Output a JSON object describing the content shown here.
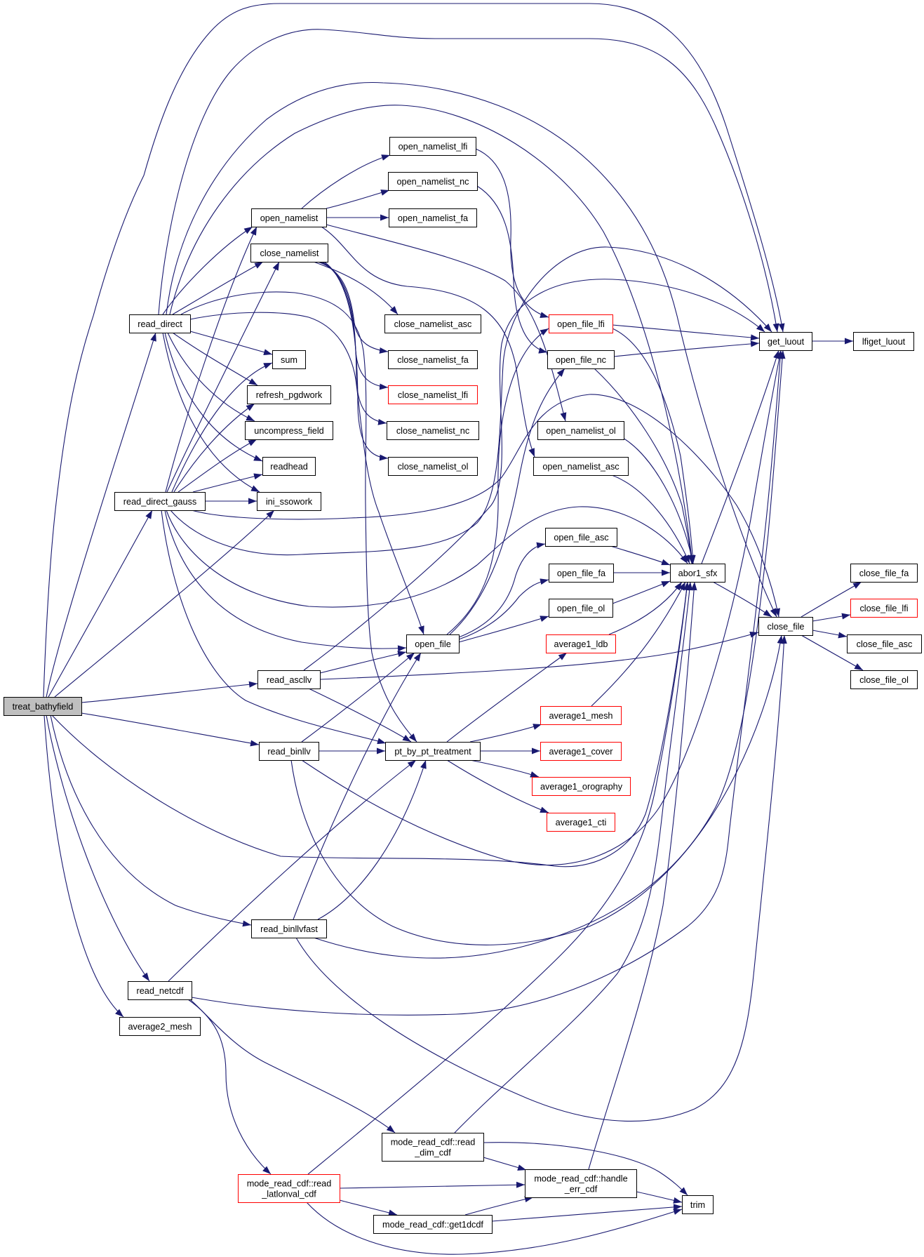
{
  "graph": {
    "nodes": [
      {
        "id": "treat_bathyfield",
        "label": "treat_bathyfield",
        "label_lines": [
          "treat_bathyfield"
        ],
        "status": "root"
      },
      {
        "id": "read_direct",
        "label": "read_direct",
        "label_lines": [
          "read_direct"
        ],
        "status": "normal"
      },
      {
        "id": "read_direct_gauss",
        "label": "read_direct_gauss",
        "label_lines": [
          "read_direct_gauss"
        ],
        "status": "normal"
      },
      {
        "id": "read_ascllv",
        "label": "read_ascllv",
        "label_lines": [
          "read_ascllv"
        ],
        "status": "normal"
      },
      {
        "id": "read_binllv",
        "label": "read_binllv",
        "label_lines": [
          "read_binllv"
        ],
        "status": "normal"
      },
      {
        "id": "read_binllvfast",
        "label": "read_binllvfast",
        "label_lines": [
          "read_binllvfast"
        ],
        "status": "normal"
      },
      {
        "id": "read_netcdf",
        "label": "read_netcdf",
        "label_lines": [
          "read_netcdf"
        ],
        "status": "normal"
      },
      {
        "id": "average2_mesh",
        "label": "average2_mesh",
        "label_lines": [
          "average2_mesh"
        ],
        "status": "normal"
      },
      {
        "id": "open_namelist",
        "label": "open_namelist",
        "label_lines": [
          "open_namelist"
        ],
        "status": "normal"
      },
      {
        "id": "close_namelist",
        "label": "close_namelist",
        "label_lines": [
          "close_namelist"
        ],
        "status": "normal"
      },
      {
        "id": "sum",
        "label": "sum",
        "label_lines": [
          "sum"
        ],
        "status": "normal"
      },
      {
        "id": "refresh_pgdwork",
        "label": "refresh_pgdwork",
        "label_lines": [
          "refresh_pgdwork"
        ],
        "status": "normal"
      },
      {
        "id": "uncompress_field",
        "label": "uncompress_field",
        "label_lines": [
          "uncompress_field"
        ],
        "status": "normal"
      },
      {
        "id": "readhead",
        "label": "readhead",
        "label_lines": [
          "readhead"
        ],
        "status": "normal"
      },
      {
        "id": "ini_ssowork",
        "label": "ini_ssowork",
        "label_lines": [
          "ini_ssowork"
        ],
        "status": "normal"
      },
      {
        "id": "open_namelist_lfi",
        "label": "open_namelist_lfi",
        "label_lines": [
          "open_namelist_lfi"
        ],
        "status": "normal"
      },
      {
        "id": "open_namelist_nc",
        "label": "open_namelist_nc",
        "label_lines": [
          "open_namelist_nc"
        ],
        "status": "normal"
      },
      {
        "id": "open_namelist_fa",
        "label": "open_namelist_fa",
        "label_lines": [
          "open_namelist_fa"
        ],
        "status": "normal"
      },
      {
        "id": "close_namelist_asc",
        "label": "close_namelist_asc",
        "label_lines": [
          "close_namelist_asc"
        ],
        "status": "normal"
      },
      {
        "id": "close_namelist_fa",
        "label": "close_namelist_fa",
        "label_lines": [
          "close_namelist_fa"
        ],
        "status": "normal"
      },
      {
        "id": "close_namelist_lfi",
        "label": "close_namelist_lfi",
        "label_lines": [
          "close_namelist_lfi"
        ],
        "status": "truncated"
      },
      {
        "id": "close_namelist_nc",
        "label": "close_namelist_nc",
        "label_lines": [
          "close_namelist_nc"
        ],
        "status": "normal"
      },
      {
        "id": "close_namelist_ol",
        "label": "close_namelist_ol",
        "label_lines": [
          "close_namelist_ol"
        ],
        "status": "normal"
      },
      {
        "id": "open_file",
        "label": "open_file",
        "label_lines": [
          "open_file"
        ],
        "status": "normal"
      },
      {
        "id": "pt_by_pt_treatment",
        "label": "pt_by_pt_treatment",
        "label_lines": [
          "pt_by_pt_treatment"
        ],
        "status": "normal"
      },
      {
        "id": "mode_read_cdf::read_dim_cdf",
        "label": "mode_read_cdf::read_dim_cdf",
        "label_lines": [
          "mode_read_cdf::read",
          "_dim_cdf"
        ],
        "status": "normal"
      },
      {
        "id": "mode_read_cdf::read_latlonval_cdf",
        "label": "mode_read_cdf::read_latlonval_cdf",
        "label_lines": [
          "mode_read_cdf::read",
          "_latlonval_cdf"
        ],
        "status": "truncated"
      },
      {
        "id": "mode_read_cdf::get1dcdf",
        "label": "mode_read_cdf::get1dcdf",
        "label_lines": [
          "mode_read_cdf::get1dcdf"
        ],
        "status": "normal"
      },
      {
        "id": "open_file_lfi",
        "label": "open_file_lfi",
        "label_lines": [
          "open_file_lfi"
        ],
        "status": "truncated"
      },
      {
        "id": "open_file_nc",
        "label": "open_file_nc",
        "label_lines": [
          "open_file_nc"
        ],
        "status": "normal"
      },
      {
        "id": "open_namelist_ol",
        "label": "open_namelist_ol",
        "label_lines": [
          "open_namelist_ol"
        ],
        "status": "normal"
      },
      {
        "id": "open_namelist_asc",
        "label": "open_namelist_asc",
        "label_lines": [
          "open_namelist_asc"
        ],
        "status": "normal"
      },
      {
        "id": "open_file_asc",
        "label": "open_file_asc",
        "label_lines": [
          "open_file_asc"
        ],
        "status": "normal"
      },
      {
        "id": "open_file_fa",
        "label": "open_file_fa",
        "label_lines": [
          "open_file_fa"
        ],
        "status": "normal"
      },
      {
        "id": "open_file_ol",
        "label": "open_file_ol",
        "label_lines": [
          "open_file_ol"
        ],
        "status": "normal"
      },
      {
        "id": "average1_ldb",
        "label": "average1_ldb",
        "label_lines": [
          "average1_ldb"
        ],
        "status": "truncated"
      },
      {
        "id": "average1_mesh",
        "label": "average1_mesh",
        "label_lines": [
          "average1_mesh"
        ],
        "status": "truncated"
      },
      {
        "id": "average1_cover",
        "label": "average1_cover",
        "label_lines": [
          "average1_cover"
        ],
        "status": "truncated"
      },
      {
        "id": "average1_orography",
        "label": "average1_orography",
        "label_lines": [
          "average1_orography"
        ],
        "status": "truncated"
      },
      {
        "id": "average1_cti",
        "label": "average1_cti",
        "label_lines": [
          "average1_cti"
        ],
        "status": "truncated"
      },
      {
        "id": "mode_read_cdf::handle_err_cdf",
        "label": "mode_read_cdf::handle_err_cdf",
        "label_lines": [
          "mode_read_cdf::handle",
          "_err_cdf"
        ],
        "status": "normal"
      },
      {
        "id": "abor1_sfx",
        "label": "abor1_sfx",
        "label_lines": [
          "abor1_sfx"
        ],
        "status": "normal"
      },
      {
        "id": "trim",
        "label": "trim",
        "label_lines": [
          "trim"
        ],
        "status": "normal"
      },
      {
        "id": "get_luout",
        "label": "get_luout",
        "label_lines": [
          "get_luout"
        ],
        "status": "normal"
      },
      {
        "id": "close_file",
        "label": "close_file",
        "label_lines": [
          "close_file"
        ],
        "status": "normal"
      },
      {
        "id": "lfiget_luout",
        "label": "lfiget_luout",
        "label_lines": [
          "lfiget_luout"
        ],
        "status": "normal"
      },
      {
        "id": "close_file_fa",
        "label": "close_file_fa",
        "label_lines": [
          "close_file_fa"
        ],
        "status": "normal"
      },
      {
        "id": "close_file_lfi",
        "label": "close_file_lfi",
        "label_lines": [
          "close_file_lfi"
        ],
        "status": "truncated"
      },
      {
        "id": "close_file_asc",
        "label": "close_file_asc",
        "label_lines": [
          "close_file_asc"
        ],
        "status": "normal"
      },
      {
        "id": "close_file_ol",
        "label": "close_file_ol",
        "label_lines": [
          "close_file_ol"
        ],
        "status": "normal"
      }
    ],
    "edges": [
      {
        "from": "treat_bathyfield",
        "to": "get_luout"
      },
      {
        "from": "treat_bathyfield",
        "to": "read_direct"
      },
      {
        "from": "treat_bathyfield",
        "to": "read_direct_gauss"
      },
      {
        "from": "treat_bathyfield",
        "to": "ini_ssowork"
      },
      {
        "from": "treat_bathyfield",
        "to": "read_ascllv"
      },
      {
        "from": "treat_bathyfield",
        "to": "read_binllv"
      },
      {
        "from": "treat_bathyfield",
        "to": "abor1_sfx"
      },
      {
        "from": "treat_bathyfield",
        "to": "read_binllvfast"
      },
      {
        "from": "treat_bathyfield",
        "to": "read_netcdf"
      },
      {
        "from": "treat_bathyfield",
        "to": "average2_mesh"
      },
      {
        "from": "read_direct",
        "to": "open_namelist"
      },
      {
        "from": "read_direct",
        "to": "close_namelist"
      },
      {
        "from": "read_direct",
        "to": "sum"
      },
      {
        "from": "read_direct",
        "to": "refresh_pgdwork"
      },
      {
        "from": "read_direct",
        "to": "uncompress_field"
      },
      {
        "from": "read_direct",
        "to": "readhead"
      },
      {
        "from": "read_direct",
        "to": "ini_ssowork"
      },
      {
        "from": "read_direct",
        "to": "open_file"
      },
      {
        "from": "read_direct",
        "to": "pt_by_pt_treatment"
      },
      {
        "from": "read_direct",
        "to": "get_luout"
      },
      {
        "from": "read_direct",
        "to": "close_file"
      },
      {
        "from": "read_direct",
        "to": "abor1_sfx"
      },
      {
        "from": "read_direct_gauss",
        "to": "open_namelist"
      },
      {
        "from": "read_direct_gauss",
        "to": "close_namelist"
      },
      {
        "from": "read_direct_gauss",
        "to": "sum"
      },
      {
        "from": "read_direct_gauss",
        "to": "refresh_pgdwork"
      },
      {
        "from": "read_direct_gauss",
        "to": "uncompress_field"
      },
      {
        "from": "read_direct_gauss",
        "to": "readhead"
      },
      {
        "from": "read_direct_gauss",
        "to": "ini_ssowork"
      },
      {
        "from": "read_direct_gauss",
        "to": "open_file"
      },
      {
        "from": "read_direct_gauss",
        "to": "pt_by_pt_treatment"
      },
      {
        "from": "read_direct_gauss",
        "to": "get_luout"
      },
      {
        "from": "read_direct_gauss",
        "to": "close_file"
      },
      {
        "from": "read_direct_gauss",
        "to": "abor1_sfx"
      },
      {
        "from": "read_ascllv",
        "to": "open_file"
      },
      {
        "from": "read_ascllv",
        "to": "pt_by_pt_treatment"
      },
      {
        "from": "read_ascllv",
        "to": "close_file"
      },
      {
        "from": "read_ascllv",
        "to": "get_luout"
      },
      {
        "from": "read_binllv",
        "to": "open_file"
      },
      {
        "from": "read_binllv",
        "to": "pt_by_pt_treatment"
      },
      {
        "from": "read_binllv",
        "to": "get_luout"
      },
      {
        "from": "read_binllv",
        "to": "close_file"
      },
      {
        "from": "read_binllvfast",
        "to": "open_file"
      },
      {
        "from": "read_binllvfast",
        "to": "pt_by_pt_treatment"
      },
      {
        "from": "read_binllvfast",
        "to": "get_luout"
      },
      {
        "from": "read_binllvfast",
        "to": "close_file"
      },
      {
        "from": "read_netcdf",
        "to": "pt_by_pt_treatment"
      },
      {
        "from": "read_netcdf",
        "to": "get_luout"
      },
      {
        "from": "read_netcdf",
        "to": "mode_read_cdf::read_dim_cdf"
      },
      {
        "from": "read_netcdf",
        "to": "mode_read_cdf::read_latlonval_cdf"
      },
      {
        "from": "open_namelist",
        "to": "open_namelist_lfi"
      },
      {
        "from": "open_namelist",
        "to": "open_namelist_nc"
      },
      {
        "from": "open_namelist",
        "to": "open_namelist_fa"
      },
      {
        "from": "open_namelist",
        "to": "open_namelist_ol"
      },
      {
        "from": "open_namelist",
        "to": "open_namelist_asc"
      },
      {
        "from": "close_namelist",
        "to": "close_namelist_asc"
      },
      {
        "from": "close_namelist",
        "to": "close_namelist_fa"
      },
      {
        "from": "close_namelist",
        "to": "close_namelist_lfi"
      },
      {
        "from": "close_namelist",
        "to": "close_namelist_nc"
      },
      {
        "from": "close_namelist",
        "to": "close_namelist_ol"
      },
      {
        "from": "open_namelist_lfi",
        "to": "open_file_lfi"
      },
      {
        "from": "open_namelist_nc",
        "to": "open_file_nc"
      },
      {
        "from": "open_namelist_ol",
        "to": "abor1_sfx"
      },
      {
        "from": "open_namelist_asc",
        "to": "abor1_sfx"
      },
      {
        "from": "open_file",
        "to": "open_file_lfi"
      },
      {
        "from": "open_file",
        "to": "open_file_nc"
      },
      {
        "from": "open_file",
        "to": "open_file_asc"
      },
      {
        "from": "open_file",
        "to": "open_file_fa"
      },
      {
        "from": "open_file",
        "to": "open_file_ol"
      },
      {
        "from": "open_file_lfi",
        "to": "get_luout"
      },
      {
        "from": "open_file_lfi",
        "to": "abor1_sfx"
      },
      {
        "from": "open_file_nc",
        "to": "get_luout"
      },
      {
        "from": "open_file_nc",
        "to": "abor1_sfx"
      },
      {
        "from": "open_file_asc",
        "to": "abor1_sfx"
      },
      {
        "from": "open_file_fa",
        "to": "abor1_sfx"
      },
      {
        "from": "open_file_ol",
        "to": "abor1_sfx"
      },
      {
        "from": "pt_by_pt_treatment",
        "to": "average1_ldb"
      },
      {
        "from": "pt_by_pt_treatment",
        "to": "average1_mesh"
      },
      {
        "from": "pt_by_pt_treatment",
        "to": "average1_cover"
      },
      {
        "from": "pt_by_pt_treatment",
        "to": "average1_orography"
      },
      {
        "from": "pt_by_pt_treatment",
        "to": "average1_cti"
      },
      {
        "from": "average1_ldb",
        "to": "abor1_sfx"
      },
      {
        "from": "average1_mesh",
        "to": "abor1_sfx"
      },
      {
        "from": "abor1_sfx",
        "to": "get_luout"
      },
      {
        "from": "abor1_sfx",
        "to": "close_file"
      },
      {
        "from": "get_luout",
        "to": "lfiget_luout"
      },
      {
        "from": "close_file",
        "to": "close_file_fa"
      },
      {
        "from": "close_file",
        "to": "close_file_lfi"
      },
      {
        "from": "close_file",
        "to": "close_file_asc"
      },
      {
        "from": "close_file",
        "to": "close_file_ol"
      },
      {
        "from": "mode_read_cdf::read_dim_cdf",
        "to": "mode_read_cdf::handle_err_cdf"
      },
      {
        "from": "mode_read_cdf::read_dim_cdf",
        "to": "trim"
      },
      {
        "from": "mode_read_cdf::read_dim_cdf",
        "to": "abor1_sfx"
      },
      {
        "from": "mode_read_cdf::read_latlonval_cdf",
        "to": "mode_read_cdf::handle_err_cdf"
      },
      {
        "from": "mode_read_cdf::read_latlonval_cdf",
        "to": "mode_read_cdf::get1dcdf"
      },
      {
        "from": "mode_read_cdf::read_latlonval_cdf",
        "to": "trim"
      },
      {
        "from": "mode_read_cdf::read_latlonval_cdf",
        "to": "abor1_sfx"
      },
      {
        "from": "mode_read_cdf::handle_err_cdf",
        "to": "trim"
      },
      {
        "from": "mode_read_cdf::handle_err_cdf",
        "to": "abor1_sfx"
      },
      {
        "from": "mode_read_cdf::get1dcdf",
        "to": "mode_read_cdf::handle_err_cdf"
      },
      {
        "from": "mode_read_cdf::get1dcdf",
        "to": "trim"
      }
    ]
  },
  "colors": {
    "background": "#ffffff",
    "edge": "#191970",
    "node_fill": "#ffffff",
    "node_border": "#000000",
    "truncated_border": "#ff0000",
    "root_fill": "#bfbfbf"
  }
}
